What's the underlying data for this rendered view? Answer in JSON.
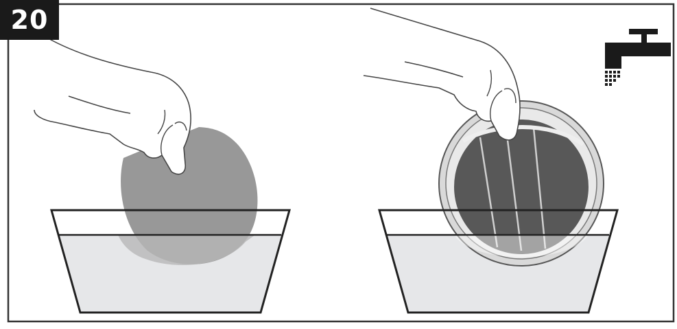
{
  "step": {
    "number": "20"
  },
  "icons": {
    "faucet": "tap-water-icon"
  },
  "colors": {
    "frame": "#333333",
    "badge_bg": "#1a1a1a",
    "water": "#e6e7e9",
    "foam_filter": "#8c8c8c",
    "pleated_filter": "#555555"
  },
  "panels": [
    {
      "name": "left",
      "item": "foam-filter",
      "action": "dip-in-water"
    },
    {
      "name": "right",
      "item": "pleated-filter",
      "action": "dip-in-water"
    }
  ]
}
